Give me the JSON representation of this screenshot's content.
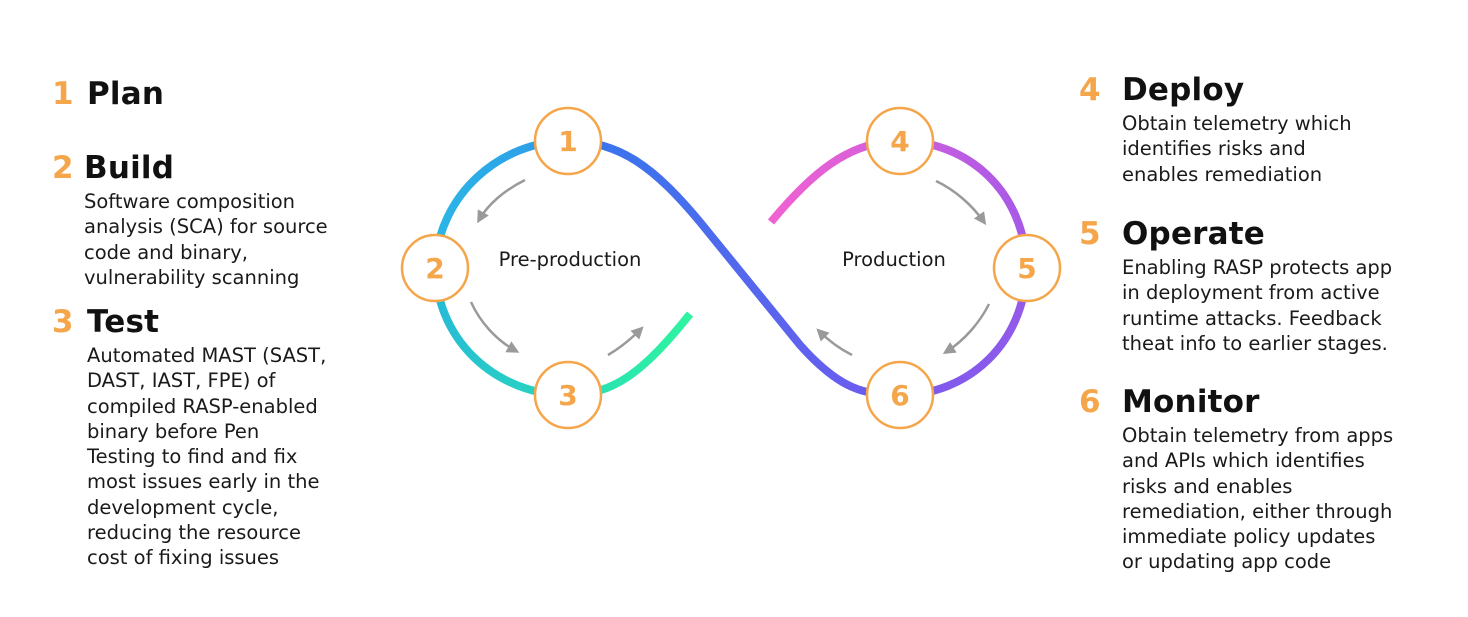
{
  "phases": {
    "pre": "Pre-production",
    "prod": "Production"
  },
  "steps": [
    {
      "number": "1",
      "title": "Plan",
      "description": ""
    },
    {
      "number": "2",
      "title": "Build",
      "description": "Software composition\nanalysis (SCA) for source\ncode and binary,\nvulnerability scanning"
    },
    {
      "number": "3",
      "title": "Test",
      "description": "Automated MAST (SAST,\nDAST, IAST, FPE) of\ncompiled RASP-enabled\nbinary before Pen\nTesting to find and fix\nmost issues early in the\ndevelopment cycle,\nreducing the resource\ncost of fixing issues"
    },
    {
      "number": "4",
      "title": "Deploy",
      "description": "Obtain telemetry which\nidentifies risks and\nenables remediation"
    },
    {
      "number": "5",
      "title": "Operate",
      "description": "Enabling RASP protects app\nin deployment from active\nruntime attacks. Feedback\ntheat info to earlier stages."
    },
    {
      "number": "6",
      "title": "Monitor",
      "description": "Obtain telemetry from apps\nand APIs which identifies\nrisks and enables\nremediation, either through\nimmediate policy updates\nor updating app code"
    }
  ],
  "colors": {
    "number_accent": "#f5a54a",
    "loop_blue": "#3a74ec",
    "loop_cyan": "#2bb6e6",
    "loop_teal": "#27d3c0",
    "loop_green": "#2ff5a0",
    "loop_pink": "#f062d2",
    "loop_purple": "#a35ae8",
    "loop_indigo": "#6a5cee",
    "arrow_gray": "#9a9a9a"
  }
}
